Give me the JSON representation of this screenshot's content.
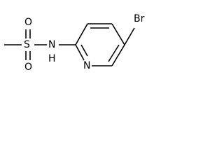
{
  "molecule": {
    "atoms": {
      "br": "Br",
      "n_ring": "N",
      "n_amide": "N",
      "h_amide": "H",
      "s": "S",
      "o_top": "O",
      "o_bottom": "O"
    }
  }
}
